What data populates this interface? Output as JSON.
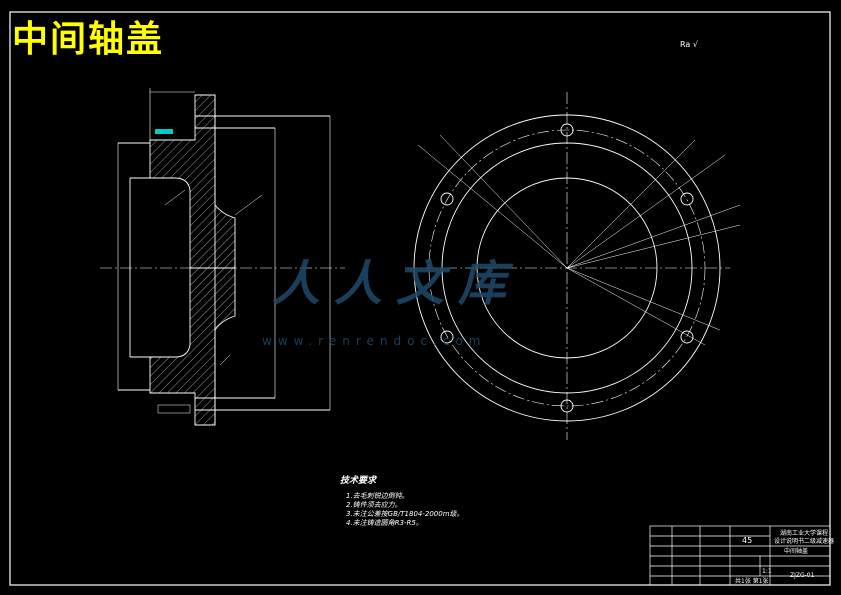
{
  "drawing": {
    "title": "中间轴盖",
    "roughness_note": "Ra √",
    "technical_requirements": {
      "title": "技术要求",
      "items": [
        "1.去毛刺锐边倒钝。",
        "2.铸件须去应力。",
        "3.未注公差按GB/T1804-2000m级。",
        "4.未注铸造圆角R3-R5。"
      ]
    }
  },
  "title_block": {
    "material": "45",
    "school_line1": "湖南工业大学课程",
    "school_line2": "设计说明书二级减速器",
    "part_name": "中间轴盖",
    "scale": "1:1",
    "sheet": "共1张 第1张",
    "code": "ZJZG-01"
  },
  "watermark": {
    "logo_text": "人人文库",
    "url": "www.renrendoc.com"
  },
  "colors": {
    "background": "#000000",
    "line": "#ffffff",
    "title": "#ffff00",
    "dimension": "#00ffff",
    "watermark": "#1f4a6b"
  }
}
